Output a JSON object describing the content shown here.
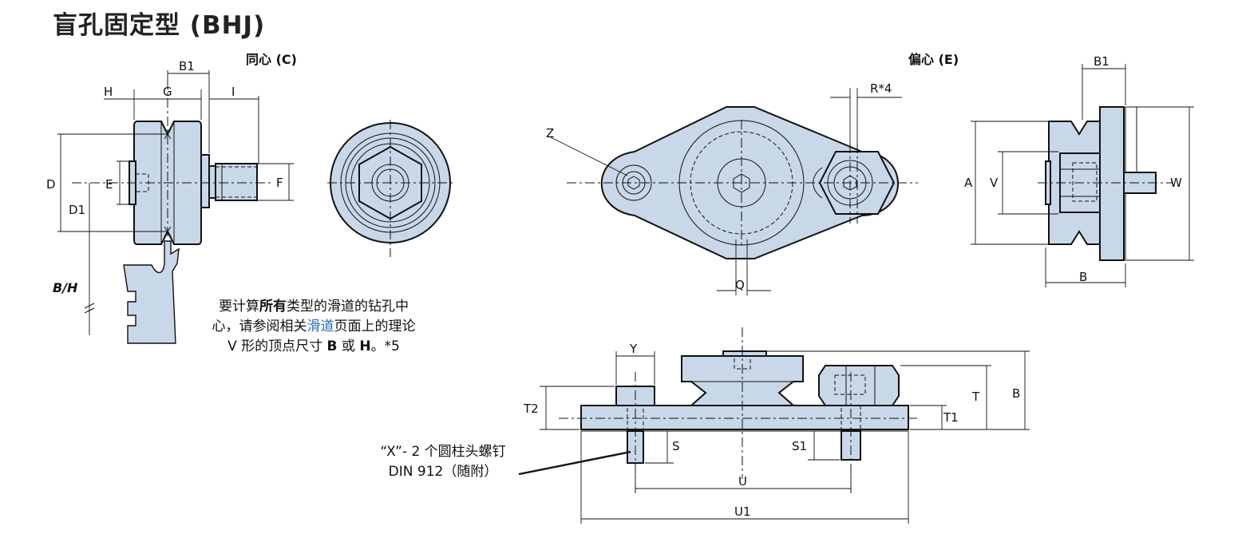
{
  "title": "盲孔固定型 (BHJ)",
  "views": {
    "concentric": "同心 (C)",
    "eccentric": "偏心 (E)"
  },
  "note": {
    "p1": "要计算",
    "p2": "所有",
    "p3": "类型的滑道的钻孔中心，请参阅相关",
    "p4": "滑道",
    "p5": "页面上的理论 V 形的顶点尺寸 ",
    "p6": "B",
    "p7": " 或 ",
    "p8": "H",
    "p9": "。*5"
  },
  "screw_note": {
    "line1": "“X”- 2 个圆柱头螺钉",
    "line2": "DIN 912（随附）"
  },
  "labels": {
    "H": "H",
    "G": "G",
    "B1_left": "B1",
    "I": "I",
    "D": "D",
    "E": "E",
    "D1": "D1",
    "F": "F",
    "BH": "B/H",
    "Z": "Z",
    "R4": "R*4",
    "Q": "Q",
    "B1_right": "B1",
    "A": "A",
    "V": "V",
    "W": "W",
    "B_side": "B",
    "Y": "Y",
    "T2": "T2",
    "T": "T",
    "T1": "T1",
    "B_front": "B",
    "S": "S",
    "S1": "S1",
    "U": "U",
    "U1": "U1"
  },
  "colors": {
    "part_fill": "#c8d8e8",
    "line": "#111111",
    "highlight": "#2a6db5"
  }
}
